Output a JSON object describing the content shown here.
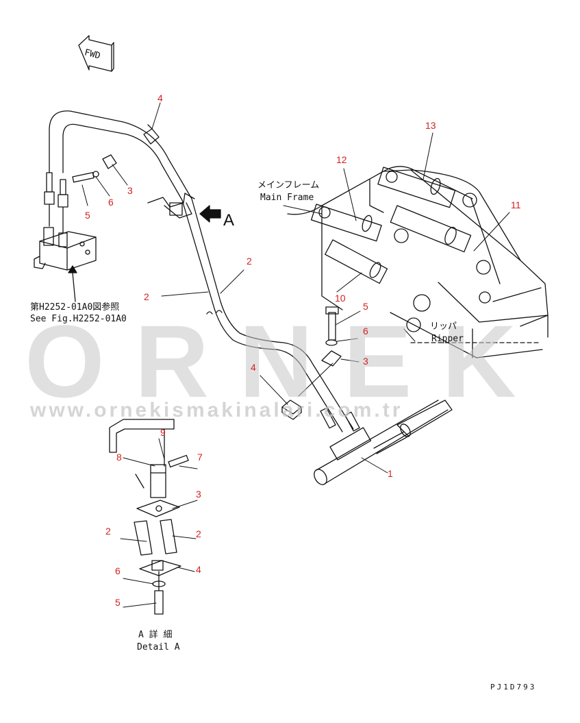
{
  "watermark": {
    "logo": "ORNEK",
    "url": "www.ornekismakinalari.com.tr"
  },
  "fwd": "FWD",
  "arrow_label": "A",
  "main_frame": {
    "jp": "メインフレーム",
    "en": "Main Frame"
  },
  "ripper": {
    "jp": "リッパ",
    "en": "Ripper"
  },
  "see_fig": {
    "jp": "第H2252-01A0図参照",
    "en": "See Fig.H2252-01A0"
  },
  "detail": {
    "jp": "A 詳 細",
    "en": "Detail A"
  },
  "drawing_code": "PJ1D793",
  "callouts": {
    "c4a": "4",
    "c3a": "3",
    "c6a": "6",
    "c5a": "5",
    "c2a": "2",
    "c2b": "2",
    "c12": "12",
    "c13": "13",
    "c11": "11",
    "c10": "10",
    "c5b": "5",
    "c6b": "6",
    "c3b": "3",
    "c4b": "4",
    "c1": "1",
    "d9": "9",
    "d8": "8",
    "d7": "7",
    "d3": "3",
    "d2a": "2",
    "d2b": "2",
    "d6": "6",
    "d4": "4",
    "d5": "5"
  },
  "colors": {
    "line": "#111111",
    "callout": "#d42020",
    "watermark": "#c8c8c8"
  }
}
